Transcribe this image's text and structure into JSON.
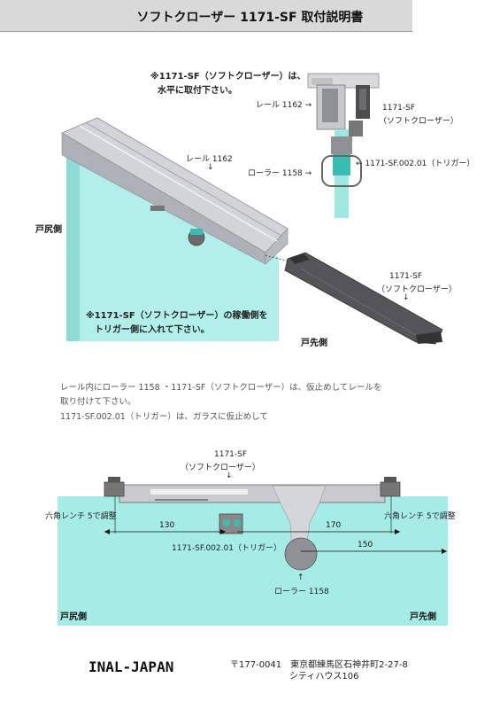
{
  "title": "ソフトクローザー 1171-SF 取付説明書",
  "top_note": {
    "line1": "※1171-SF（ソフトクローザー）は、",
    "line2": "水平に取付下さい。"
  },
  "section_view": {
    "rail": "レール 1162 →",
    "closer_model": "1171-SF",
    "closer_name": "（ソフトクローザー）",
    "roller": "ローラー 1158 →",
    "trigger": "← 1171-SF.002.01（トリガー）"
  },
  "perspective": {
    "rail_label": "レール 1162",
    "rail_arrow": "↓",
    "door_back": "戸尻側",
    "door_front": "戸先側",
    "closer_model": "1171-SF",
    "closer_name": "（ソフトクローザー）",
    "closer_arrow": "↓",
    "note_line1": "※1171-SF（ソフトクローザー）の稼働側を",
    "note_line2": "トリガー側に入れて下さい。"
  },
  "instructions": [
    "レール内にローラー 1158 ・1171-SF（ソフトクローザー）は、仮止めしてレールを",
    "取り付けて下さい。",
    "1171-SF.002.01（トリガー）は、ガラスに仮止めして"
  ],
  "bottom_diagram": {
    "closer_model": "1171-SF",
    "closer_name": "（ソフトクローザー）",
    "closer_arrow": "↓",
    "wrench_left": "六角レンチ 5で調整",
    "wrench_right": "六角レンチ 5で調整",
    "dim_130": "130",
    "dim_170": "170",
    "dim_150": "150",
    "trigger": "1171-SF.002.01（トリガー）",
    "roller_arrow": "↑",
    "roller": "ローラー 1158",
    "door_back": "戸尻側",
    "door_front": "戸先側"
  },
  "footer": {
    "company": "INAL-JAPAN",
    "address_line1": "〒177-0041　東京都練馬区石神井町2-27-8",
    "address_line2": "シティハウス106"
  },
  "colors": {
    "glass": "#9fe8e2",
    "rail": "#c9cbd0",
    "closer": "#4a4a4d",
    "trigger": "#3bbcb1"
  }
}
